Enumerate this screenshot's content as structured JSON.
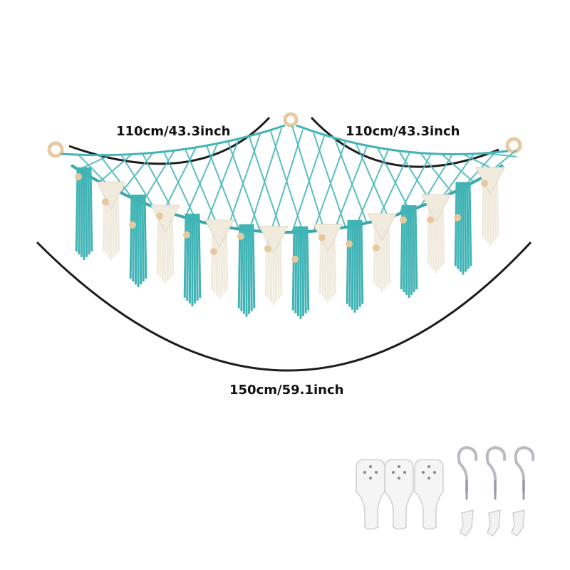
{
  "dimensions": {
    "left_side": "110cm/43.3inch",
    "right_side": "110cm/43.3inch",
    "bottom_span": "150cm/59.1inch"
  },
  "colors": {
    "teal_cord": "#40b3b5",
    "cream_cord": "#f1ebde",
    "wood": "#e7c9a1",
    "dimension_line": "#1c1c1c",
    "hardware_white": "#f5f5f5",
    "hardware_metal": "#c9cbd0"
  },
  "accessories": {
    "adhesive_hooks": 3,
    "screw_hooks": 3,
    "wall_anchors": 3
  }
}
